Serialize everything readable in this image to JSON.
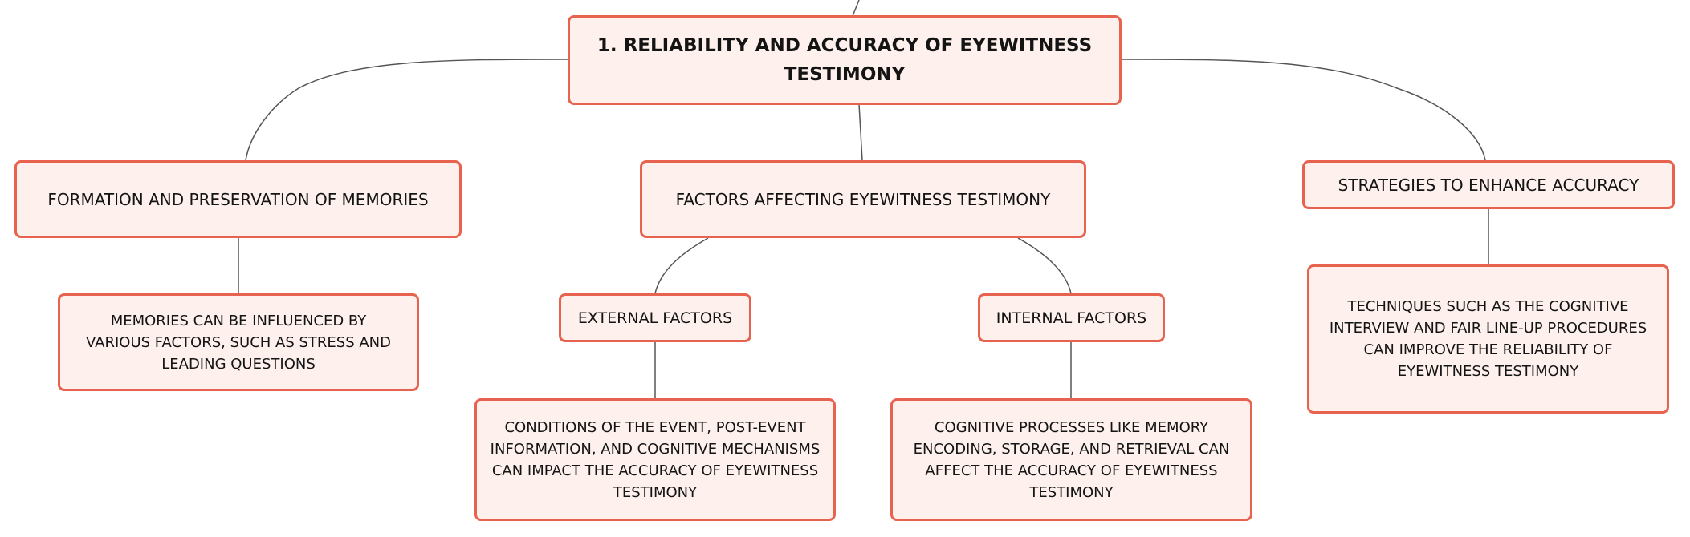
{
  "diagram": {
    "root": {
      "label": "1. RELIABILITY AND ACCURACY OF EYEWITNESS TESTIMONY"
    },
    "formation": {
      "label": "FORMATION AND PRESERVATION OF MEMORIES",
      "detail": "MEMORIES CAN BE INFLUENCED BY VARIOUS FACTORS, SUCH AS STRESS AND LEADING QUESTIONS"
    },
    "factors": {
      "label": "FACTORS AFFECTING EYEWITNESS TESTIMONY",
      "external": {
        "label": "EXTERNAL FACTORS",
        "detail": "CONDITIONS OF THE EVENT, POST-EVENT INFORMATION, AND COGNITIVE MECHANISMS CAN IMPACT THE ACCURACY OF EYEWITNESS TESTIMONY"
      },
      "internal": {
        "label": "INTERNAL FACTORS",
        "detail": "COGNITIVE PROCESSES LIKE MEMORY ENCODING, STORAGE, AND RETRIEVAL CAN AFFECT THE ACCURACY OF EYEWITNESS TESTIMONY"
      }
    },
    "strategies": {
      "label": "STRATEGIES TO ENHANCE ACCURACY",
      "detail": "TECHNIQUES SUCH AS THE COGNITIVE INTERVIEW AND FAIR LINE-UP PROCEDURES CAN IMPROVE THE RELIABILITY OF EYEWITNESS TESTIMONY"
    }
  },
  "colors": {
    "node_border": "#e8634f",
    "node_fill": "#fdf0ed",
    "connector": "#555555"
  }
}
